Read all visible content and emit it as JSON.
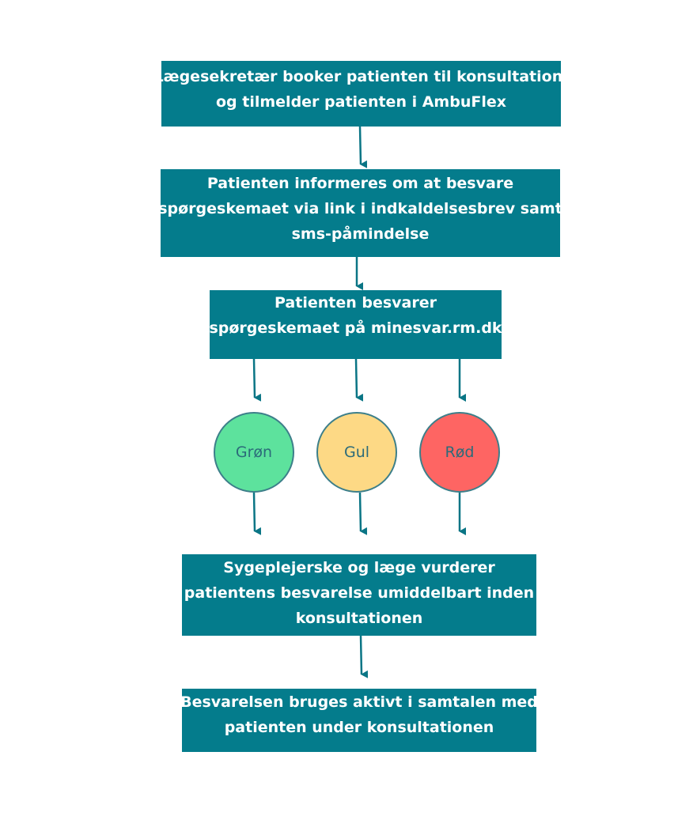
{
  "colors": {
    "box_fill": "#047c8c",
    "arrow": "#0a7585",
    "circle_border": "#3d7f8a",
    "circle_text": "#2c6b7a"
  },
  "steps": [
    {
      "lines": [
        "Lægesekretær booker patienten til konsultation,",
        "og tilmelder patienten i AmbuFlex"
      ]
    },
    {
      "lines": [
        "Patienten informeres om at besvare",
        "spørgeskemaet via link i indkaldelsesbrev samt",
        "sms-påmindelse"
      ]
    },
    {
      "lines": [
        "Patienten besvarer",
        "spørgeskemaet på minesvar.rm.dk"
      ]
    },
    {
      "lines": [
        "Sygeplejerske og læge vurderer",
        "patientens besvarelse umiddelbart inden",
        "konsultationen"
      ]
    },
    {
      "lines": [
        "Besvarelsen bruges aktivt i samtalen med",
        "patienten under konsultationen"
      ]
    }
  ],
  "triage": [
    {
      "label": "Grøn",
      "color": "#5de29d"
    },
    {
      "label": "Gul",
      "color": "#fdd985"
    },
    {
      "label": "Rød",
      "color": "#fe6563"
    }
  ]
}
